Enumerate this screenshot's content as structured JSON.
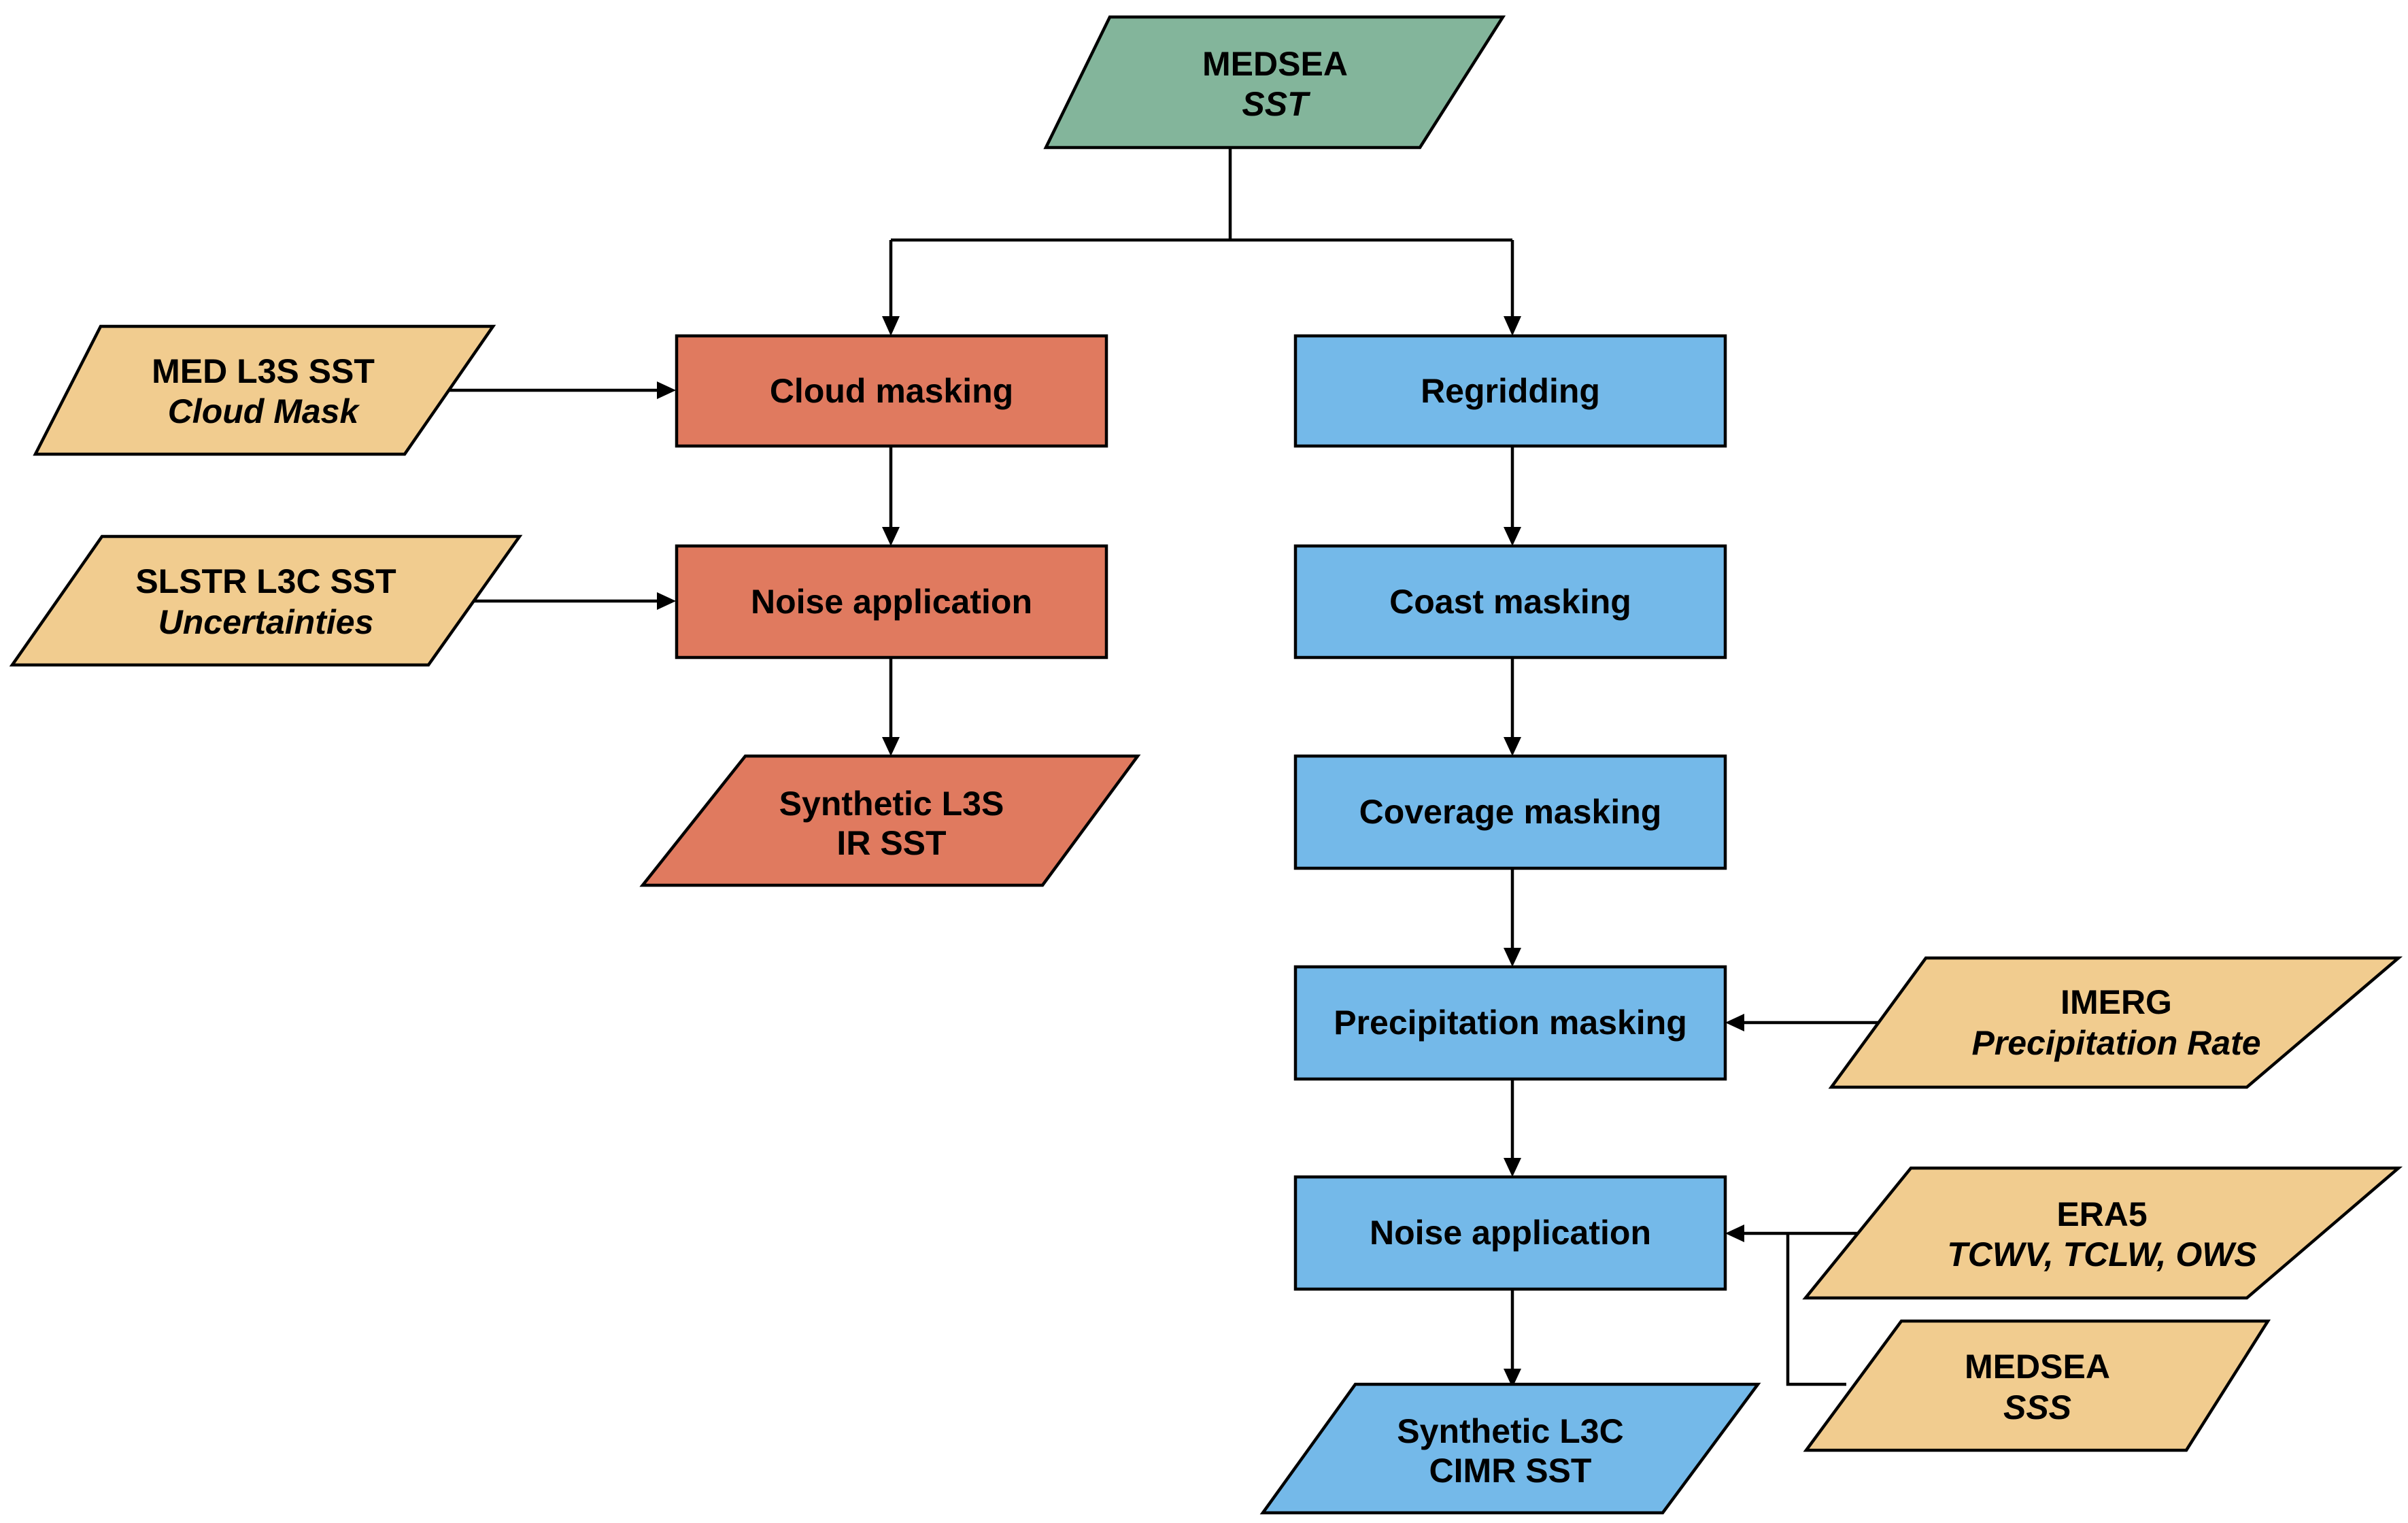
{
  "colors": {
    "source": "#83b59b",
    "infrared_path": "#e07a5f",
    "cimr_path": "#74b9e9",
    "auxiliary_input": "#f1cc8f",
    "line": "#000000"
  },
  "nodes": {
    "medsea_sst": {
      "line1": "MEDSEA",
      "line2": "SST"
    },
    "med_l3s_sst": {
      "line1": "MED L3S SST",
      "line2": "Cloud Mask"
    },
    "slstr_l3c_sst": {
      "line1": "SLSTR L3C SST",
      "line2": "Uncertainties"
    },
    "cloud_masking": {
      "label": "Cloud masking"
    },
    "noise_application_ir": {
      "label": "Noise application"
    },
    "synthetic_l3s_ir_sst": {
      "line1": "Synthetic L3S",
      "line2": "IR SST"
    },
    "regridding": {
      "label": "Regridding"
    },
    "coast_masking": {
      "label": "Coast masking"
    },
    "coverage_masking": {
      "label": "Coverage masking"
    },
    "precipitation_masking": {
      "label": "Precipitation masking"
    },
    "noise_application_cimr": {
      "label": "Noise application"
    },
    "synthetic_l3c_cimr_sst": {
      "line1": "Synthetic L3C",
      "line2": "CIMR SST"
    },
    "imerg": {
      "line1": "IMERG",
      "line2": "Precipitation Rate"
    },
    "era5": {
      "line1": "ERA5",
      "line2": "TCWV, TCLW, OWS"
    },
    "medsea_sss": {
      "line1": "MEDSEA",
      "line2": "SSS"
    }
  }
}
